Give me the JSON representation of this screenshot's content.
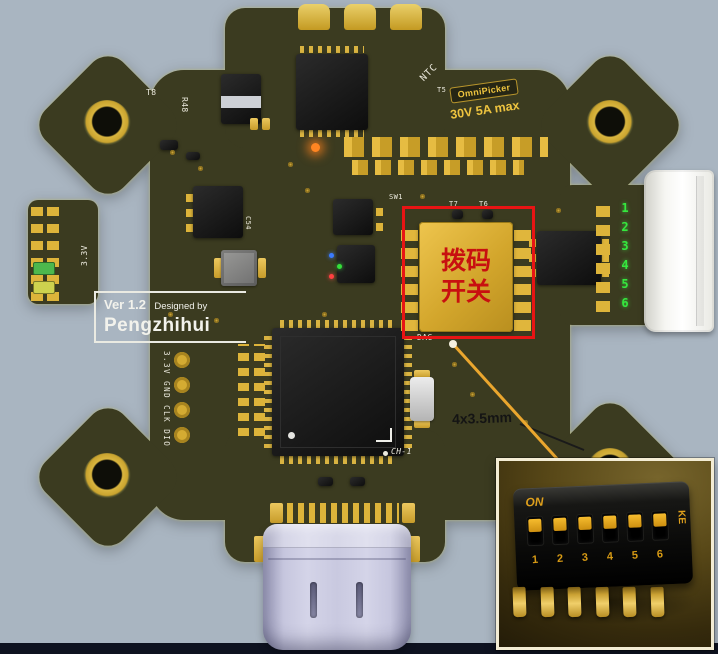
{
  "colors": {
    "background": "#a9b5c1",
    "board": "#3b3b20",
    "gold": "#d2a62f",
    "annotation_red": "#e81414",
    "callout_yellow": "#eaa62e",
    "pin_green": "#35e83e"
  },
  "silkscreen": {
    "t8": "T8",
    "r48": "R48",
    "ntc": "NTC",
    "t5": "T5",
    "sw1": "SW1",
    "t7": "T7",
    "t6": "T6",
    "c54": "C54",
    "rail_3v3": "3.3V",
    "dac": "DAC",
    "ch1": "CH-1",
    "swd_pads": "3.3V GND CLK DIO",
    "version": "Ver 1.2",
    "designed_by": "Designed by",
    "designer": "Pengzhihui"
  },
  "badge": {
    "brand": "OmniPicker",
    "rating": "30V 5A max"
  },
  "dip_switch": {
    "label_line1": "拨码",
    "label_line2": "开关"
  },
  "annotation": {
    "hole_dimension": "4x3.5mm"
  },
  "right_connector": {
    "pins": [
      "1",
      "2",
      "3",
      "4",
      "5",
      "6"
    ]
  },
  "inset": {
    "on": "ON",
    "ke": "KE",
    "positions": [
      "1",
      "2",
      "3",
      "4",
      "5",
      "6"
    ]
  }
}
